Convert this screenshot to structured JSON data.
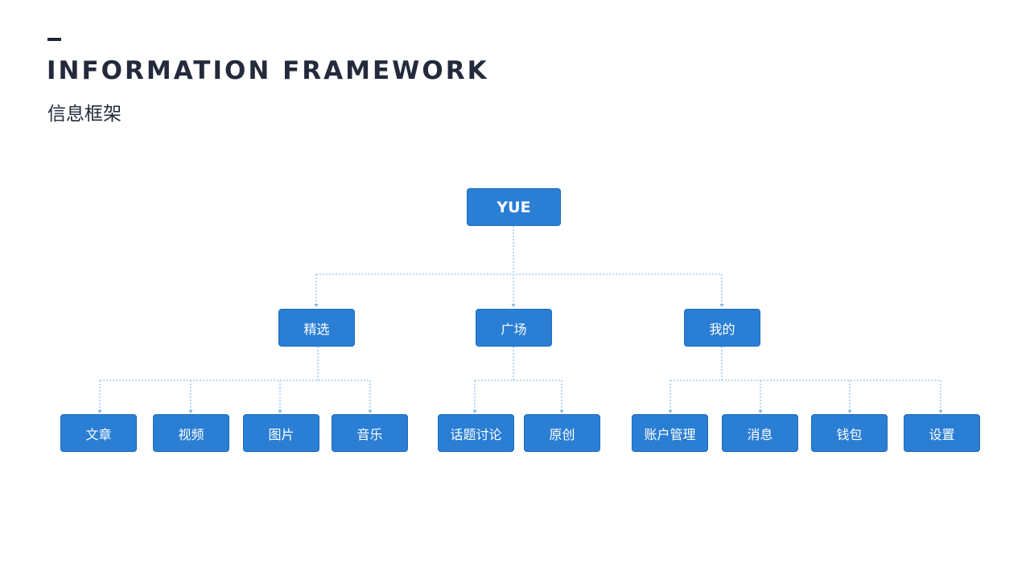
{
  "header": {
    "title_en": "INFORMATION FRAMEWORK",
    "title_cn": "信息框架"
  },
  "tree": {
    "root": "YUE",
    "branches": [
      {
        "label": "精选",
        "children": [
          "文章",
          "视频",
          "图片",
          "音乐"
        ]
      },
      {
        "label": "广场",
        "children": [
          "话题讨论",
          "原创"
        ]
      },
      {
        "label": "我的",
        "children": [
          "账户管理",
          "消息",
          "钱包",
          "设置"
        ]
      }
    ]
  },
  "colors": {
    "node_fill": "#2a7ed4",
    "connector": "#a9cff1",
    "title_text": "#232a3c"
  }
}
